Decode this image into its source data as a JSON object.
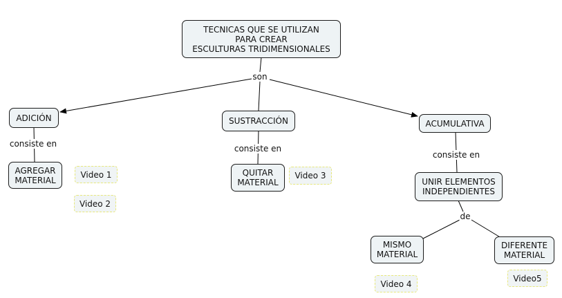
{
  "root": "TECNICAS  QUE SE UTILIZAN\nPARA CREAR\nESCULTURAS TRIDIMENSIONALES",
  "link_son": "son",
  "adicion": "ADICIÓN",
  "sustraccion": "SUSTRACCIÓN",
  "acumulativa": "ACUMULATIVA",
  "consiste_en": "consiste en",
  "agregar": "AGREGAR\nMATERIAL",
  "quitar": "QUITAR\nMATERIAL",
  "unir": "UNIR ELEMENTOS\nINDEPENDIENTES",
  "link_de": "de",
  "mismo": "MISMO\nMATERIAL",
  "diferente": "DIFERENTE\nMATERIAL",
  "videos": [
    "Video 1",
    "Video 2",
    "Video 3",
    "Video 4",
    "Video5"
  ]
}
